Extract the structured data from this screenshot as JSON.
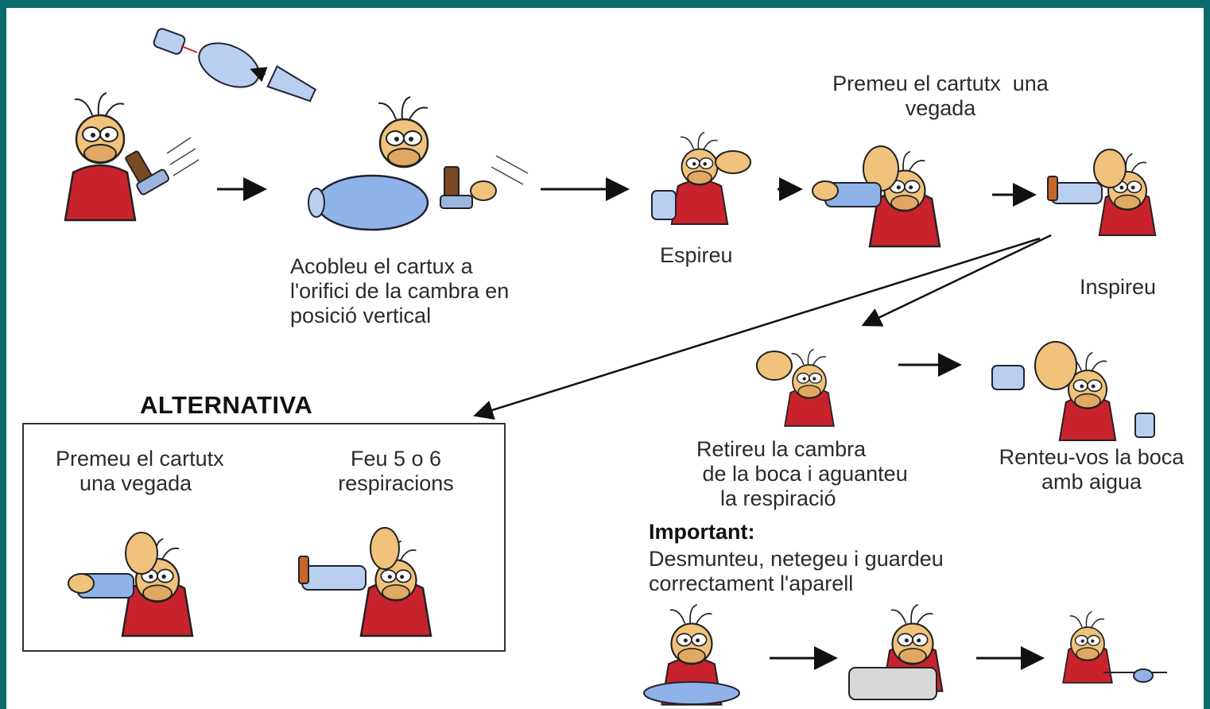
{
  "colors": {
    "frame": "#0b6a6c",
    "skin": "#f0c27b",
    "shirt": "#c8232c",
    "chamber": "#8fb3e8",
    "canister": "#7a4a22",
    "ink": "#222222"
  },
  "steps": {
    "attach": "Acobleu el cartux a\nl'orifici de la cambra en\nposició vertical",
    "exhale": "Espireu",
    "press_once": "Premeu el cartutx  una\nvegada",
    "inhale": "Inspireu",
    "remove": "Retireu la cambra\n de la boca i aguanteu\n    la respiració",
    "rinse": "Renteu-vos la boca\namb aigua"
  },
  "alternative": {
    "title": "ALTERNATIVA",
    "press": "Premeu el cartutx\n    una vegada",
    "breaths": "Feu 5 o 6\nrespiracions"
  },
  "important": {
    "title": "Important:",
    "text": "Desmunteu, netegeu i guardeu\ncorrectament l'aparell"
  }
}
